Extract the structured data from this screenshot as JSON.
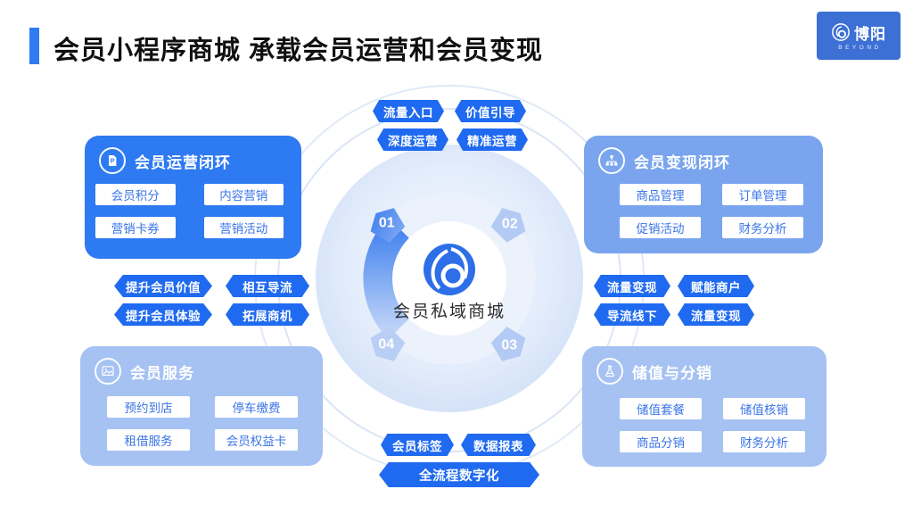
{
  "header": {
    "title": "会员小程序商城 承载会员运营和会员变现",
    "logo_name": "博阳",
    "logo_sub": "BEYOND"
  },
  "center": {
    "label": "会员私域商城",
    "steps": [
      "01",
      "02",
      "03",
      "04"
    ]
  },
  "panels": [
    {
      "title": "会员运营闭环",
      "icon": "document-p-icon",
      "items": [
        "会员积分",
        "内容营销",
        "营销卡券",
        "营销活动"
      ]
    },
    {
      "title": "会员变现闭环",
      "icon": "sitemap-icon",
      "items": [
        "商品管理",
        "订单管理",
        "促销活动",
        "财务分析"
      ]
    },
    {
      "title": "会员服务",
      "icon": "picture-icon",
      "items": [
        "预约到店",
        "停车缴费",
        "租借服务",
        "会员权益卡"
      ]
    },
    {
      "title": "储值与分销",
      "icon": "flask-icon",
      "items": [
        "储值套餐",
        "储值核销",
        "商品分销",
        "财务分析"
      ]
    }
  ],
  "badges": {
    "top": [
      "流量入口",
      "价值引导",
      "深度运营",
      "精准运营"
    ],
    "left": [
      "提升会员价值",
      "相互导流",
      "提升会员体验",
      "拓展商机"
    ],
    "right": [
      "流量变现",
      "赋能商户",
      "导流线下",
      "流量变现"
    ],
    "bottom": [
      "会员标签",
      "数据报表"
    ],
    "bottom_wide": "全流程数字化"
  },
  "colors": {
    "accent": "#2f7bf1",
    "badge_blue": "#1f6af0",
    "panel_primary": "#2e7af2",
    "panel_medium": "#7aa5ee",
    "panel_light": "#a6c2f2",
    "logo_bg": "#3d70d4",
    "ring_dark": "#4282ef",
    "ring_light": "#e9f0fc"
  }
}
